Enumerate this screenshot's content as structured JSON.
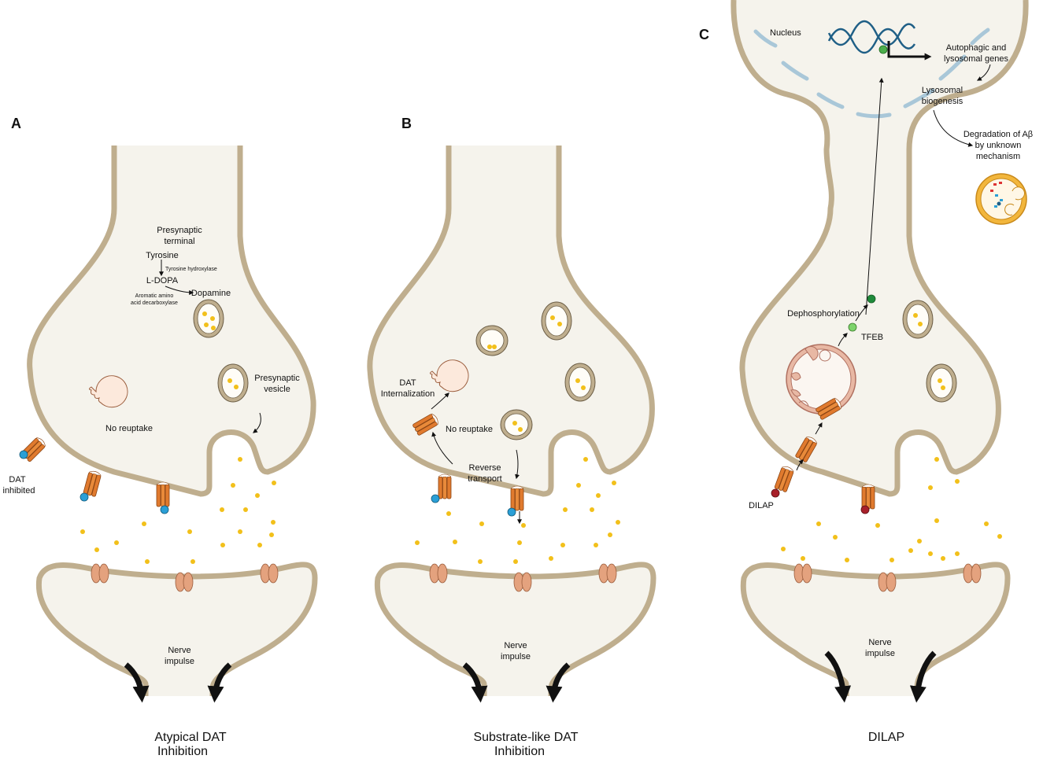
{
  "panels": {
    "a": {
      "letter": "A",
      "caption_line1": "Atypical DAT",
      "caption_line2": "Inhibition",
      "presynaptic_terminal_1": "Presynaptic",
      "presynaptic_terminal_2": "terminal",
      "tyrosine": "Tyrosine",
      "tyrosine_hydroxylase": "Tyrosine hydroxylase",
      "ldopa": "L-DOPA",
      "aadc_1": "Aromatic amino",
      "aadc_2": "acid decarboxylase",
      "dopamine": "Dopamine",
      "vesicle_1": "Presynaptic",
      "vesicle_2": "vesicle",
      "no_reuptake": "No reuptake",
      "dat_inhibited_1": "DAT",
      "dat_inhibited_2": "inhibited",
      "nerve_1": "Nerve",
      "nerve_2": "impulse"
    },
    "b": {
      "letter": "B",
      "caption_line1": "Substrate-like DAT",
      "caption_line2": "Inhibition",
      "internalization_1": "DAT",
      "internalization_2": "Internalization",
      "no_reuptake": "No reuptake",
      "reverse_1": "Reverse",
      "reverse_2": "transport",
      "nerve_1": "Nerve",
      "nerve_2": "impulse"
    },
    "c": {
      "letter": "C",
      "caption": "DILAP",
      "nucleus": "Nucleus",
      "genes_1": "Autophagic and",
      "genes_2": "lysosomal genes",
      "biogenesis_1": "Lysosomal",
      "biogenesis_2": "biogenesis",
      "degradation_1": "Degradation of Aβ",
      "degradation_2": "by unknown",
      "degradation_3": "mechanism",
      "dephosphorylation": "Dephosphorylation",
      "tfeb": "TFEB",
      "dilap": "DILAP",
      "nerve_1": "Nerve",
      "nerve_2": "impulse"
    }
  },
  "colors": {
    "cytoplasm": "#f5f3ec",
    "membrane": "#bfae8e",
    "membrane_edge": "#6b5d45",
    "dopamine": "#f2c01a",
    "transporter": "#e07a2e",
    "receptor": "#e4a27e",
    "inhibitor": "#2a9fd6",
    "dilap": "#a8202a",
    "tfeb": "#4cae4c",
    "dna": "#1f5f86",
    "lysosome": "#f2b63c"
  }
}
